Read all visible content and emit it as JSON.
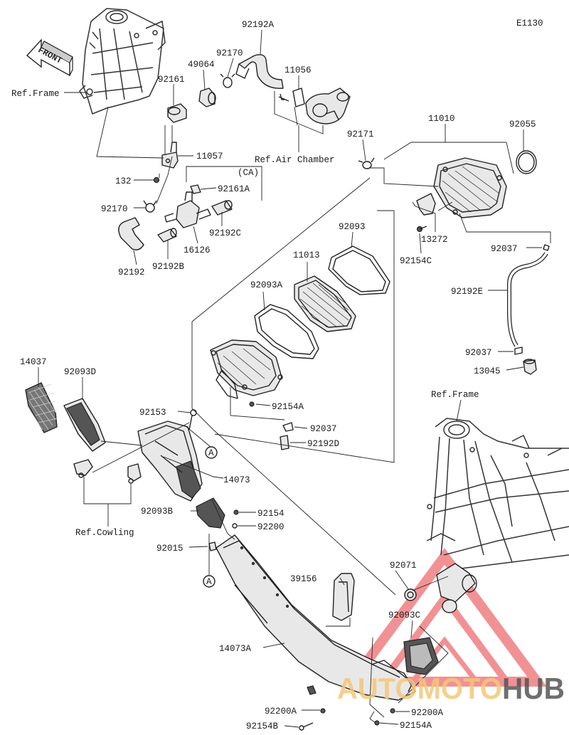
{
  "diagram_code": "E1130",
  "front_label": "FRONT",
  "ref_labels": {
    "frame_top": "Ref.Frame",
    "air_chamber": "Ref.Air Chamber",
    "frame_bottom": "Ref.Frame",
    "cowling": "Ref.Cowling"
  },
  "ca_label": "(CA)",
  "circle_marker": "A",
  "parts": {
    "p92192A": "92192A",
    "p92170_top": "92170",
    "p49064": "49064",
    "p92161": "92161",
    "p11056": "11056",
    "p11057": "11057",
    "p132": "132",
    "p92161A": "92161A",
    "p92170": "92170",
    "p92192C": "92192C",
    "p16126": "16126",
    "p92192": "92192",
    "p92192B": "92192B",
    "p92171": "92171",
    "p11010": "11010",
    "p92055": "92055",
    "p13272": "13272",
    "p92154C": "92154C",
    "p92037_top": "92037",
    "p92192E": "92192E",
    "p92037_bottom": "92037",
    "p13045": "13045",
    "p92093": "92093",
    "p11013": "11013",
    "p92093A": "92093A",
    "p92154A_mid": "92154A",
    "p92037_mid": "92037",
    "p92192D": "92192D",
    "p14037": "14037",
    "p92093D": "92093D",
    "p92153": "92153",
    "p14073": "14073",
    "p92093B": "92093B",
    "p92154": "92154",
    "p92200": "92200",
    "p92015": "92015",
    "p39156": "39156",
    "p92071": "92071",
    "p92093C": "92093C",
    "p14073A": "14073A",
    "p92200A_left": "92200A",
    "p92200A_right": "92200A",
    "p92154B": "92154B",
    "p92154A_bottom": "92154A"
  },
  "watermark": {
    "text_light": "AUTOMOTO",
    "text_dark": "HUB",
    "color_light": "#f5c77a",
    "color_dark": "#555555",
    "accent": "#e8383d"
  }
}
